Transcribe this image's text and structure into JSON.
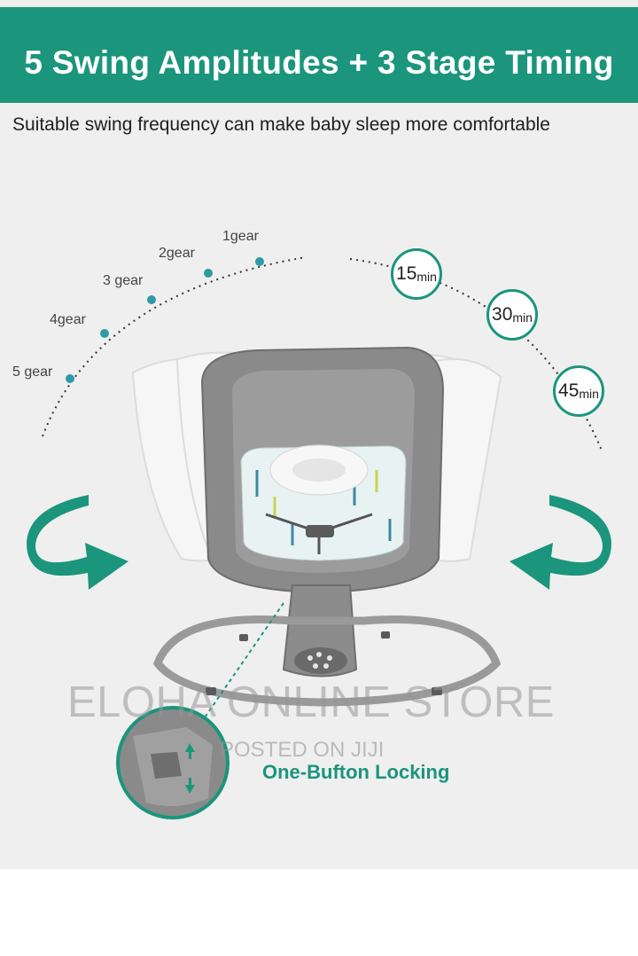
{
  "banner": {
    "title": "5 Swing Amplitudes + 3 Stage Timing"
  },
  "subtitle": "Suitable swing frequency can make baby sleep more comfortable",
  "gears": [
    {
      "label": "1gear"
    },
    {
      "label": "2gear"
    },
    {
      "label": "3 gear"
    },
    {
      "label": "4gear"
    },
    {
      "label": "5 gear"
    }
  ],
  "timers": [
    {
      "value": "15",
      "unit": "min"
    },
    {
      "value": "30",
      "unit": "min"
    },
    {
      "value": "45",
      "unit": "min"
    }
  ],
  "watermark": {
    "store": "ELOHA ONLINE STORE",
    "posted": "POSTED ON JIJI"
  },
  "lock_label": "One-Bufton Locking",
  "colors": {
    "accent": "#1b957c",
    "background": "#efefef"
  }
}
